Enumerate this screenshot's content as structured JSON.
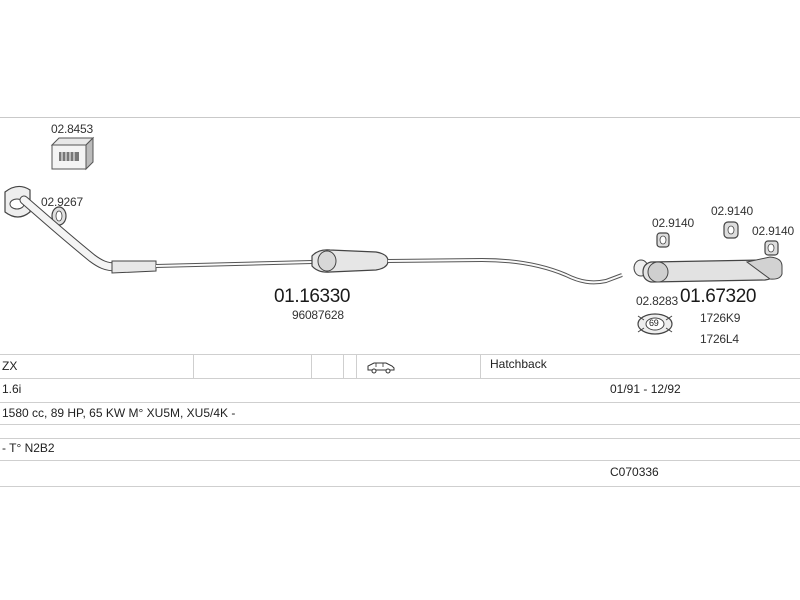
{
  "parts": {
    "mounting_kit": "02.8453",
    "gasket": "02.9267",
    "centre_pipe": "01.16330",
    "centre_pipe_oe": "96087628",
    "rubber_mount_1": "02.9140",
    "rubber_mount_2": "02.9140",
    "rubber_mount_3": "02.9140",
    "clamp": "02.8283",
    "clamp_badge": "69",
    "rear_silencer": "01.67320",
    "rear_oe_1": "1726K9",
    "rear_oe_2": "1726L4"
  },
  "table": {
    "model": "ZX",
    "body_type": "Hatchback",
    "engine": "1.6i",
    "period": "01/91 - 12/92",
    "spec": "1580 cc, 89 HP, 65 KW M° XU5M, XU5/4K -",
    "type_code": "- T° N2B2",
    "catalog_code": "C070336"
  }
}
